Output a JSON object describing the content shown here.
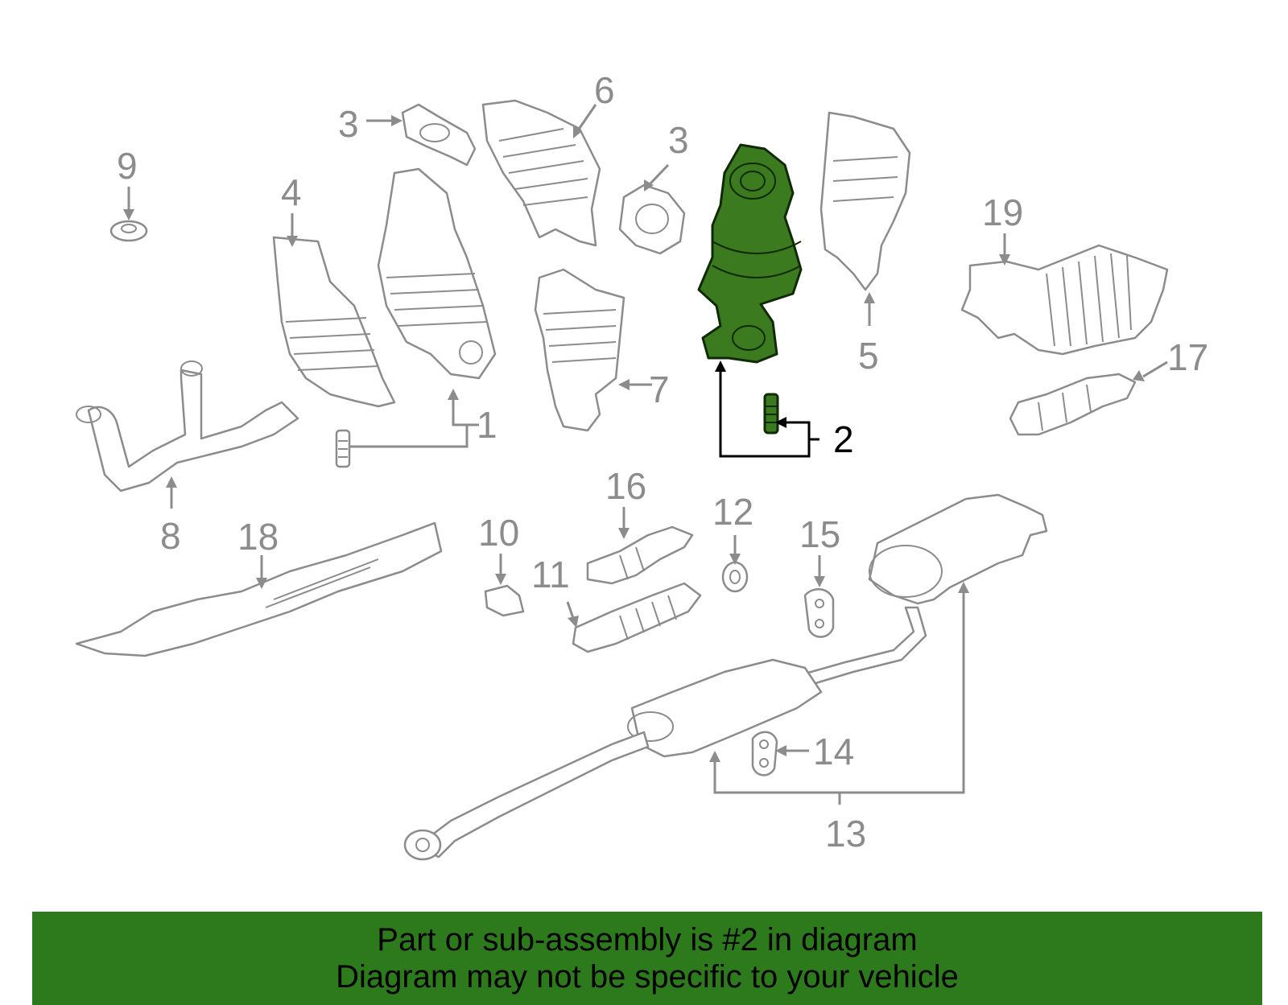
{
  "callouts": {
    "c1": "1",
    "c2": "2",
    "c3a": "3",
    "c3b": "3",
    "c4": "4",
    "c5": "5",
    "c6": "6",
    "c7": "7",
    "c8": "8",
    "c9": "9",
    "c10": "10",
    "c11": "11",
    "c12": "12",
    "c13": "13",
    "c14": "14",
    "c15": "15",
    "c16": "16",
    "c17": "17",
    "c18": "18",
    "c19": "19"
  },
  "highlight": {
    "part_number": "2",
    "color": "#3b7a1e"
  },
  "banner": {
    "line1": "Part or sub-assembly is #2 in diagram",
    "line2": "Diagram may not be specific to your vehicle",
    "background": "#2d7a1c"
  },
  "colors": {
    "line_art": "#8c8c8c",
    "highlight_outline": "#0f2a05"
  }
}
